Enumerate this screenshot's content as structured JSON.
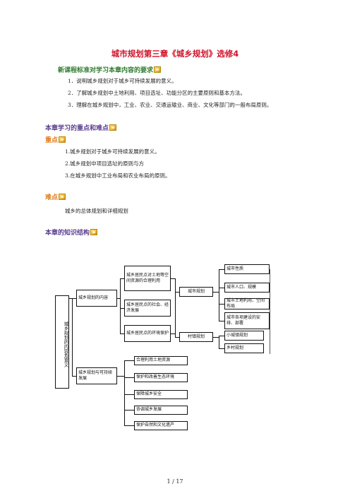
{
  "title": "城市规划第三章《城乡规划》选修4",
  "section_standard": {
    "heading": "新课程标准对学习本章内容的要求",
    "items": [
      "1．说明城乡规划对于城乡可持续发展的意义。",
      "2．了解城乡规划中土地利用、项目选址、功能分区的主要原则和基本方法。",
      "3．理解在城乡规划中，工业、农业、交通运输业、商业、文化等部门的一般布局原则。"
    ]
  },
  "section_key": {
    "heading": "本章学习的重点和难点",
    "key_label": "重点",
    "key_items": [
      "1.城乡规划对于城乡可持续发展的意义。",
      "2.城乡规划中项目选址的原则与方",
      "3.在城乡规划中工业布局和农业布局的原则。"
    ],
    "difficulty_label": "难点",
    "difficulty_text": "城乡的总体规划和详细规划"
  },
  "section_structure": {
    "heading": "本章的知识结构"
  },
  "diagram": {
    "root": "城乡规划的内容及意义",
    "branch_content": "城乡规划的内容",
    "branch_meaning": "城乡规划与可持续发展",
    "content_sub": [
      "城乡居民点对土地等空间资源的合理利用",
      "城乡居民点的社会、经济发展",
      "城乡居民点的环境保护"
    ],
    "city_planning": "城市规划",
    "town_planning": "村镇规划",
    "city_items": [
      "城市性质",
      "城市人口、规模",
      "城市土地利用、空间布局",
      "城市各项建设的安排、部署"
    ],
    "town_items": [
      "小城镇规划",
      "乡村规划"
    ],
    "meaning_items": [
      "合理利用土地资源",
      "保护和改善生态环境",
      "保障城乡安全",
      "协调城乡发展",
      "保护自然和文化遗产"
    ]
  },
  "footer": "1 / 17"
}
